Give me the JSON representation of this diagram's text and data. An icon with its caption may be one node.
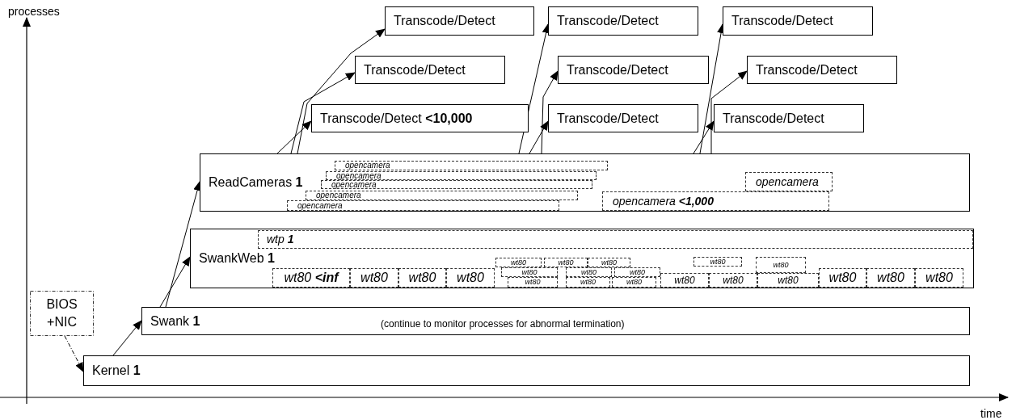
{
  "diagram": {
    "nodes": [
      {
        "text": [
          "Transcode/Detect"
        ]
      },
      {
        "text": [
          "Transcode/Detect"
        ]
      },
      {
        "text": [
          "Transcode/Detect"
        ]
      },
      {
        "text": [
          "Transcode/Detect"
        ]
      },
      {
        "text": [
          "Transcode/Detect"
        ]
      },
      {
        "text": [
          "Transcode/Detect"
        ]
      },
      {
        "text": [
          "Transcode/Detect **<10,000**"
        ]
      },
      {
        "text": [
          "Transcode/Detect"
        ]
      },
      {
        "text": [
          "Transcode/Detect"
        ]
      },
      {
        "text": [
          "ReadCameras **1**"
        ]
      },
      {
        "text": [
          "opencamera"
        ],
        "in": 9
      },
      {
        "text": [
          "opencamera"
        ],
        "in": 9
      },
      {
        "text": [
          "opencamera"
        ],
        "in": 9
      },
      {
        "text": [
          "opencamera"
        ],
        "in": 9
      },
      {
        "text": [
          "opencamera"
        ],
        "in": 9
      },
      {
        "text": [
          "opencamera **<1,000**"
        ],
        "in": 9
      },
      {
        "text": [
          "opencamera"
        ],
        "in": 9
      },
      {
        "text": [
          "SwankWeb **1**"
        ]
      },
      {
        "text": [
          "wtp **1**"
        ],
        "in": 17
      },
      {
        "text": [
          "wt80 **<inf**"
        ],
        "in": 17
      },
      {
        "text": [
          "wt80"
        ],
        "in": 17
      },
      {
        "text": [
          "wt80"
        ],
        "in": 17
      },
      {
        "text": [
          "wt80"
        ],
        "in": 17
      },
      {
        "text": [
          "wt80"
        ],
        "in": 17
      },
      {
        "text": [
          "wt80"
        ],
        "in": 17
      },
      {
        "text": [
          "wt80"
        ],
        "in": 17
      },
      {
        "text": [
          "wt80"
        ],
        "in": 17
      },
      {
        "text": [
          "wt80"
        ],
        "in": 17
      },
      {
        "text": [
          "wt80"
        ],
        "in": 17
      },
      {
        "text": [
          "wt80"
        ],
        "in": 17
      },
      {
        "text": [
          "wt80"
        ],
        "in": 17
      },
      {
        "text": [
          "wt80"
        ],
        "in": 17
      },
      {
        "text": [
          "wt80"
        ],
        "in": 17
      },
      {
        "text": [
          "wt80"
        ],
        "in": 17
      },
      {
        "text": [
          "wt80"
        ],
        "in": 17
      },
      {
        "text": [
          "wt80"
        ],
        "in": 17
      },
      {
        "text": [
          "wt80"
        ],
        "in": 17
      },
      {
        "text": [
          "wt80"
        ],
        "in": 17
      },
      {
        "text": [
          "wt80"
        ],
        "in": 17
      },
      {
        "text": [
          "wt80"
        ],
        "in": 17
      },
      {
        "text": [
          "BIOS +NIC"
        ]
      },
      {
        "text": [
          "Swank **1**",
          "(continue to monitor processes for abnormal termination)"
        ]
      },
      {
        "text": [
          "Kernel **1**"
        ]
      }
    ],
    "edges": [
      {
        "from": 40,
        "to": 42,
        "arrow": "to",
        "style": "dashed"
      },
      {
        "from": 42,
        "to": 41,
        "arrow": "to"
      },
      {
        "from": 41,
        "to": 17,
        "arrow": "to"
      },
      {
        "from": 41,
        "to": 9,
        "arrow": "to"
      },
      {
        "from": 9,
        "to": 6,
        "arrow": "to"
      },
      {
        "from": 9,
        "to": 3,
        "arrow": "to"
      },
      {
        "from": 9,
        "to": 0,
        "arrow": "to"
      },
      {
        "from": 9,
        "to": 1,
        "arrow": "to"
      },
      {
        "from": 9,
        "to": 7,
        "arrow": "to"
      },
      {
        "from": 9,
        "to": 4,
        "arrow": "to"
      },
      {
        "from": 9,
        "to": 8,
        "arrow": "to"
      },
      {
        "from": 9,
        "to": 2,
        "arrow": "to"
      },
      {
        "from": 9,
        "to": 5,
        "arrow": "to"
      }
    ],
    "labels": [
      "processes",
      "time"
    ]
  }
}
